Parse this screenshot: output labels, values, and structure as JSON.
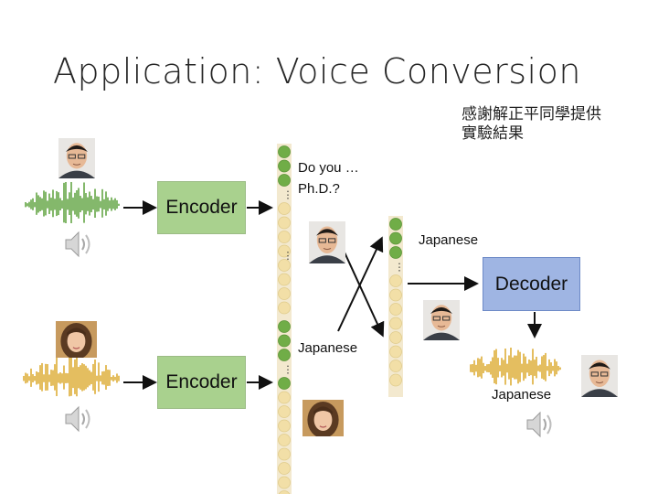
{
  "slide": {
    "title": "Application: Voice Conversion",
    "credit": "感謝解正平同學提供\n實驗結果"
  },
  "encoder_top": {
    "label": "Encoder"
  },
  "encoder_bottom": {
    "label": "Encoder"
  },
  "decoder": {
    "label": "Decoder"
  },
  "labels": {
    "top_content": "Do you …\nPh.D.?",
    "top_speaker": "Japanese",
    "bottom_content": "Japanese",
    "output": "Japanese"
  },
  "colors": {
    "encoder_box": "#a9d18e",
    "decoder_box": "#9fb5e3",
    "green_node": "#70ad47",
    "beige_node": "#f2dfa7",
    "waveform_green": "#4f9a2c",
    "waveform_orange": "#d9a21c"
  }
}
